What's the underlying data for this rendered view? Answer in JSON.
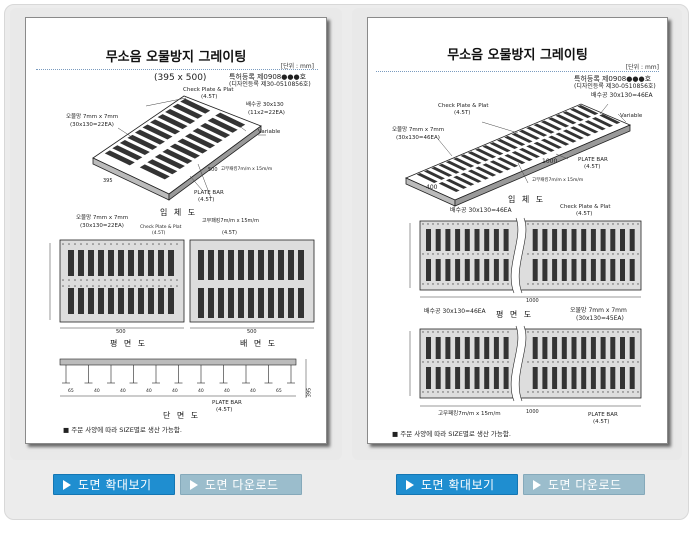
{
  "left_sheet": {
    "title": "무소음 오물방지 그레이팅",
    "unit": "[단위 : mm]",
    "size": "(395 x 500)",
    "patent_1": "특허등록 제0908●●●호",
    "patent_2": "(디자인등록 제30-0510856호)",
    "labels": {
      "check_plate": "Check Plate & Plat",
      "check_plate_t": "(4.5T)",
      "drain_hole": "배수공 30x130",
      "drain_hole_count": "(11x2=22EA)",
      "dirt_prevent": "오물망 7mm x 7mm",
      "dirt_prevent_count": "(30x130=22EA)",
      "variable": "Variable",
      "rubber": "고무패킹7m/m x 15m/m",
      "plate_bar": "PLATE BAR",
      "plate_bar_t": "(4.5T)",
      "dim_500": "500",
      "dim_395": "395",
      "plan_dirt": "오물망 7mm x 7mm",
      "plan_dirt_count": "(30x130=22EA)",
      "plan_check": "Check Plate & Plat",
      "plan_check_t": "(4.5T)",
      "plan_rubber": "고무패킹7m/m x 15m/m",
      "plan_rubber_t": "(4.5T)",
      "plan_dim_500a": "500",
      "plan_dim_500b": "500",
      "section_bar": "PLATE BAR",
      "section_bar_t": "(4.5T)",
      "section_dims": [
        "65",
        "40",
        "40",
        "40",
        "40",
        "40",
        "40",
        "40",
        "65"
      ],
      "side_dim": "395"
    },
    "captions": {
      "iso": "입 체 도",
      "plan": "평 면 도",
      "bottom": "배 면 도",
      "section": "단 면 도"
    },
    "footnote": "■ 주문 사양에 따라 SIZE별로 생산 가능함."
  },
  "right_sheet": {
    "title": "무소음 오물방지 그레이팅",
    "unit": "[단위 : mm]",
    "patent_1": "특허등록 제0908●●●호",
    "patent_2": "(디자인등록 제30-0510856호)",
    "labels": {
      "check_plate": "Check Plate & Plat",
      "check_plate_t": "(4.5T)",
      "drain_hole": "배수공 30x130=46EA",
      "dirt_prevent": "오물망 7mm x 7mm",
      "dirt_prevent_count": "(30x130=46EA)",
      "variable": "Variable",
      "rubber": "고무패킹7m/m x 15m/m",
      "plate_bar": "PLATE BAR",
      "plate_bar_t": "(4.5T)",
      "dim_1000": "1000",
      "dim_400": "400",
      "top_drain": "배수공 30x130=46EA",
      "top_check": "Check Plate & Plat",
      "top_check_t": "(4.5T)",
      "top_dim": "1000",
      "mid_drain": "배수공 30x130=46EA",
      "mid_dirt": "오물망 7mm x 7mm",
      "mid_dirt_count": "(30x130=45EA)",
      "bottom_rubber": "고무패킹7m/m x 15m/m",
      "bottom_bar": "PLATE BAR",
      "bottom_bar_t": "(4.5T)",
      "bottom_dim": "1000"
    },
    "captions": {
      "iso": "입 체 도",
      "plan": "평 면 도"
    },
    "footnote": "■ 주문 사양에 따라 SIZE별로 생산 가능함."
  },
  "buttons": {
    "left_zoom": "도면 확대보기",
    "left_download": "도면 다운로드",
    "right_zoom": "도면 확대보기",
    "right_download": "도면 다운로드"
  },
  "colors": {
    "button_blue": "#1f8ed0",
    "button_gray": "#9bbdcc",
    "panel_bg": "#e9e9e9",
    "divider": "#7a9bbf"
  },
  "icons": [
    "play-triangle-icon"
  ]
}
